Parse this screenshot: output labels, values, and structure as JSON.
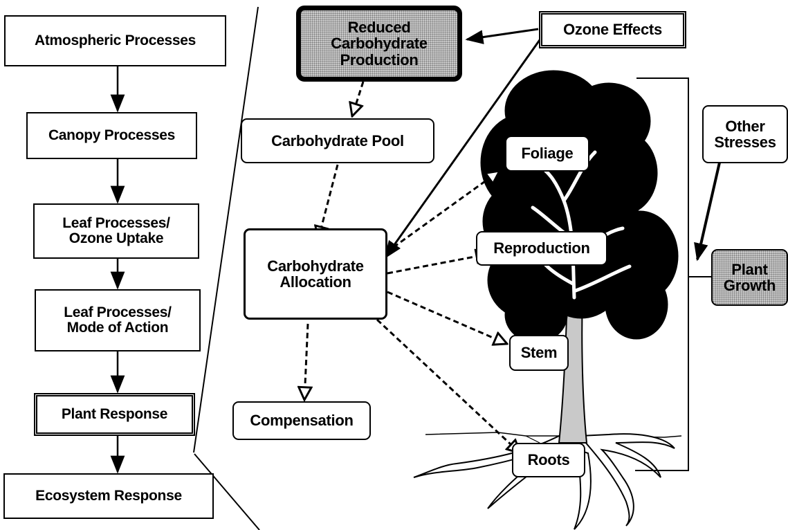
{
  "left_chain": {
    "atmospheric": "Atmospheric Processes",
    "canopy": "Canopy Processes",
    "leaf_uptake": [
      "Leaf Processes/",
      "Ozone Uptake"
    ],
    "leaf_mode": [
      "Leaf Processes/",
      "Mode of Action"
    ],
    "plant_response": "Plant Response",
    "ecosystem": "Ecosystem Response"
  },
  "detail": {
    "reduced_carbohydrate": [
      "Reduced",
      "Carbohydrate",
      "Production"
    ],
    "ozone_effects": "Ozone Effects",
    "carbohydrate_pool": "Carbohydrate Pool",
    "carbohydrate_allocation": [
      "Carbohydrate",
      "Allocation"
    ],
    "compensation": "Compensation",
    "other_stresses": [
      "Other",
      "Stresses"
    ],
    "plant_growth": [
      "Plant",
      "Growth"
    ]
  },
  "tree_parts": {
    "foliage": "Foliage",
    "reproduction": "Reproduction",
    "stem": "Stem",
    "roots": "Roots"
  },
  "colors": {
    "ink": "#000000",
    "shading": "#c9c9c9",
    "background": "#ffffff"
  }
}
